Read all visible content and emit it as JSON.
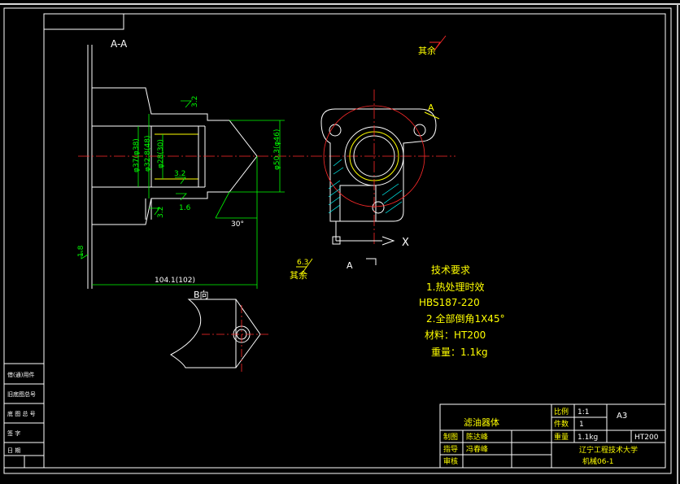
{
  "section_label": "A-A",
  "view_b_label": "B向",
  "view_a_label": "A",
  "view_a_arrow_label": "A",
  "axis_label_x": "X",
  "roughness_others_top": "其余",
  "roughness_others_bottom": "其余",
  "roughness_value_6_3": "6.3",
  "dimensions": {
    "d1": "3.2",
    "d2": "3.2",
    "d3": "3.2",
    "d4": "1.6",
    "d5": "1.8",
    "dia37": "φ37(φ38)",
    "dia32": "φ32.8(48)",
    "dia28": "φ28(30)",
    "dia50": "φ50.3(φ46)",
    "angle30": "30°",
    "len104": "104.1(102)"
  },
  "technical_requirements": {
    "title": "技术要求",
    "line1": "1.热处理时效",
    "line2": "HBS187-220",
    "line3": "2.全部倒角1X45°",
    "material": "材料：HT200",
    "weight": "重量：1.1kg"
  },
  "title_block": {
    "part_name": "滤油器体",
    "scale_label": "比例",
    "scale_value": "1:1",
    "qty_label": "件数",
    "qty_value": "1",
    "sheet_size": "A3",
    "drawn_label": "制图",
    "drawn_name": "陈达峰",
    "weight_label": "重量",
    "weight_value": "1.1kg",
    "material_value": "HT200",
    "instructor_label": "指导",
    "instructor_name": "冯春峰",
    "review_label": "审核",
    "school": "辽宁工程技术大学",
    "drawing_no": "机械06-1"
  },
  "side_table": {
    "row1": "借(通)用件",
    "row2": "旧底图总号",
    "row3": "底 图 总 号",
    "row4": "签   字",
    "row5": "日   期"
  }
}
